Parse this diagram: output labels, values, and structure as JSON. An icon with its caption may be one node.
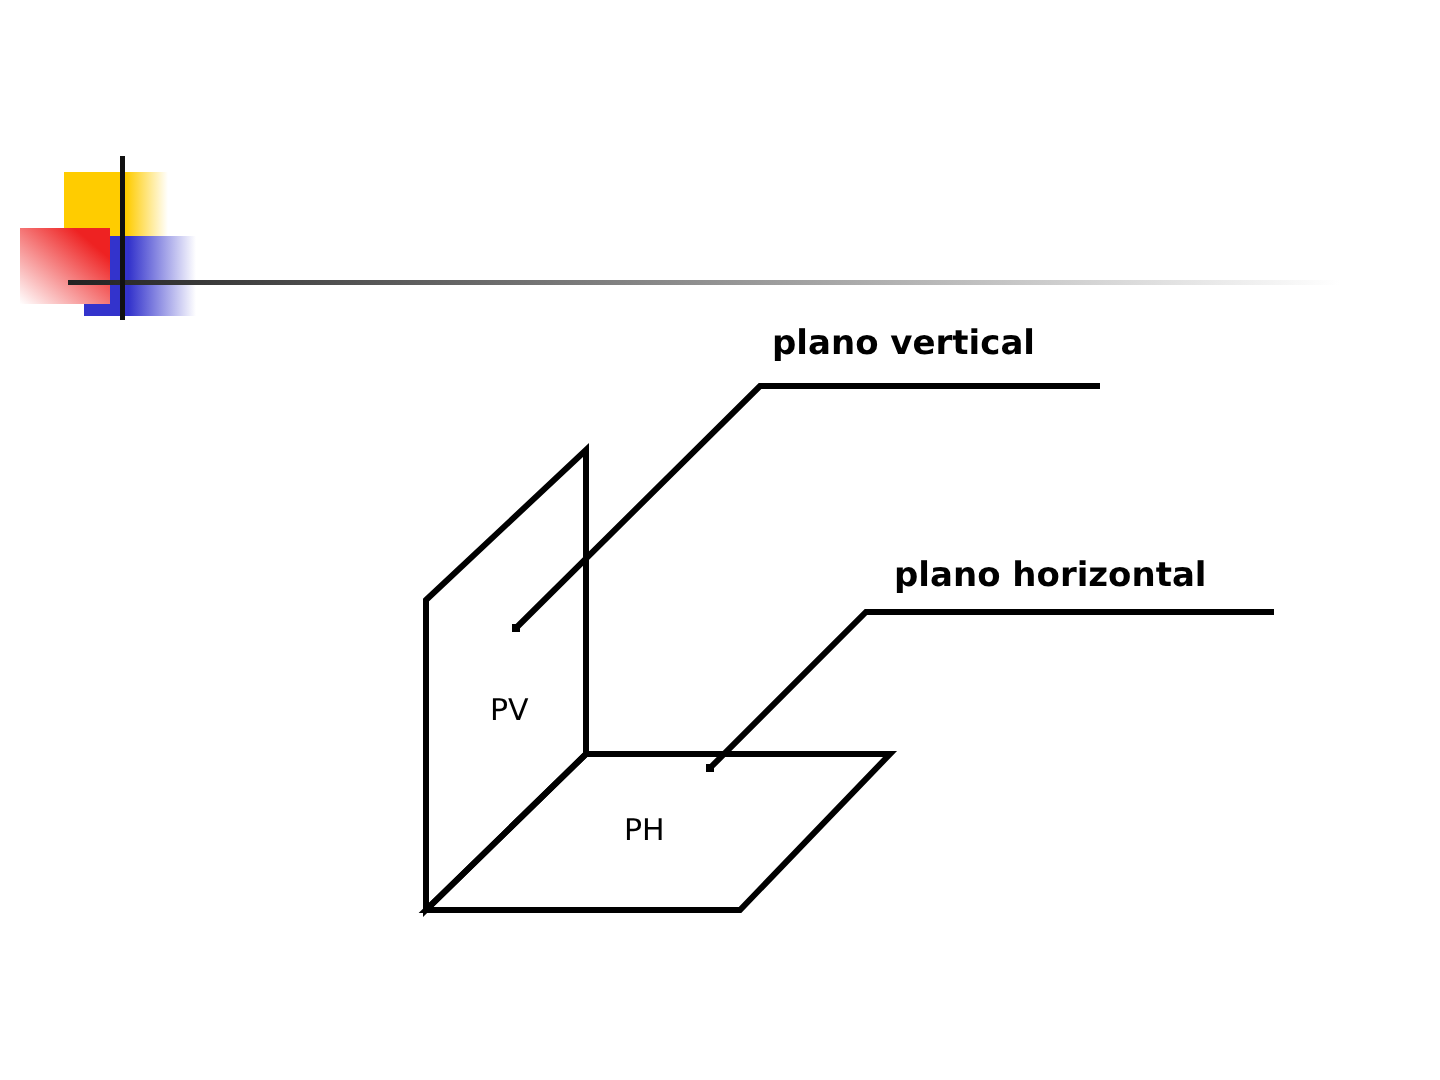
{
  "diagram": {
    "nodes": [
      {
        "text": [
          "plano vertical"
        ]
      },
      {
        "text": [
          "PV"
        ]
      },
      {
        "text": [
          "plano horizontal"
        ]
      },
      {
        "text": [
          "PH"
        ]
      }
    ],
    "edges": [
      {
        "from": 0,
        "to": 1,
        "arrow": "other"
      },
      {
        "from": 2,
        "to": 3,
        "arrow": "other"
      }
    ]
  }
}
